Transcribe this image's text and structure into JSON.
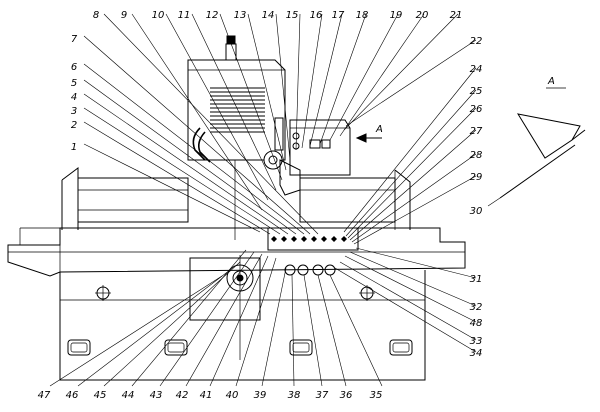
{
  "view_label": "A",
  "arrow_label": "A",
  "callouts": [
    "1",
    "2",
    "3",
    "4",
    "5",
    "6",
    "7",
    "8",
    "9",
    "10",
    "11",
    "12",
    "13",
    "14",
    "15",
    "16",
    "17",
    "18",
    "19",
    "20",
    "21",
    "22",
    "24",
    "25",
    "26",
    "27",
    "28",
    "29",
    "30",
    "31",
    "32",
    "48",
    "33",
    "34",
    "35",
    "36",
    "37",
    "38",
    "39",
    "40",
    "41",
    "42",
    "43",
    "44",
    "45",
    "46",
    "47"
  ]
}
